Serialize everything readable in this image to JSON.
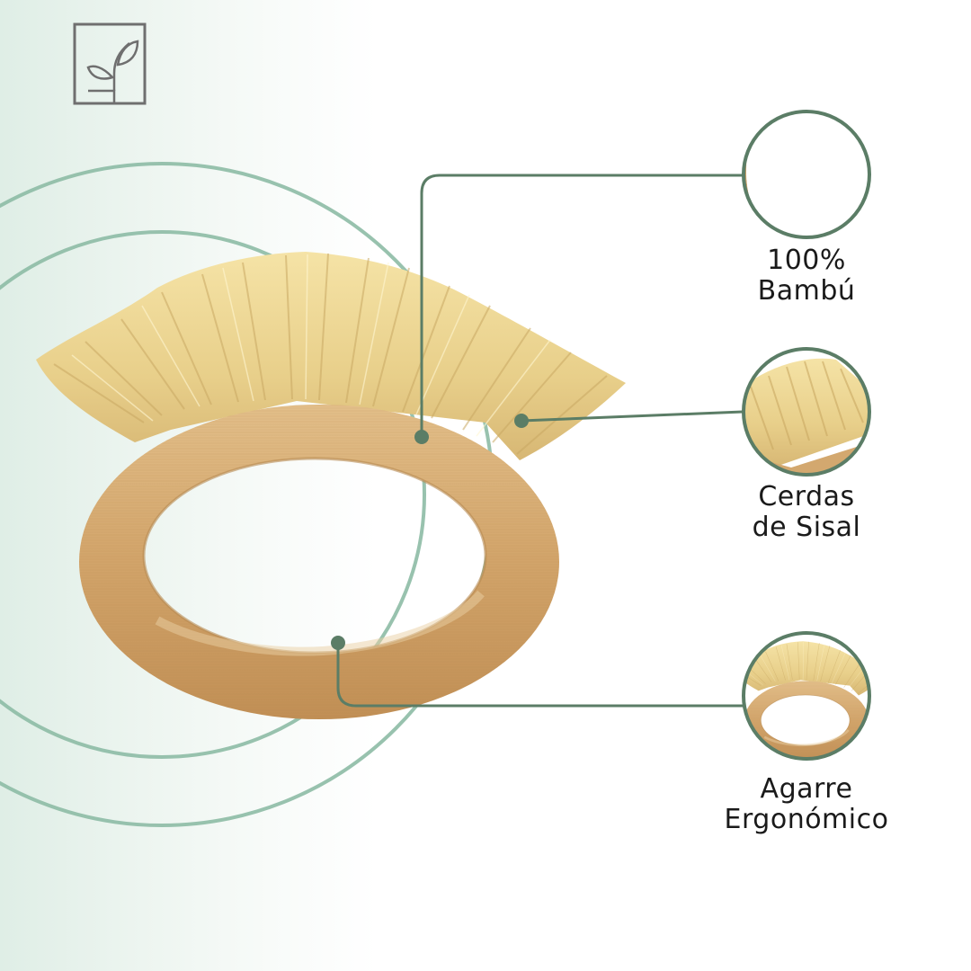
{
  "brand": {
    "logo_icon": "leaf-sprout-in-square-icon"
  },
  "features": [
    {
      "id": "bamboo",
      "line1": "100%",
      "line2": "Bambú",
      "thumbnail": "bamboo-ring-closeup"
    },
    {
      "id": "bristles",
      "line1": "Cerdas",
      "line2": "de Sisal",
      "thumbnail": "sisal-bristles-closeup"
    },
    {
      "id": "grip",
      "line1": "Agarre",
      "line2": "Ergonómico",
      "thumbnail": "whole-brush-thumbnail"
    }
  ],
  "colors": {
    "accent": "#5b7d66",
    "ring_decoration": "#8dbba5",
    "bamboo": "#d3a86f",
    "bristle": "#ecd596",
    "label_text": "#1a1a1a"
  }
}
